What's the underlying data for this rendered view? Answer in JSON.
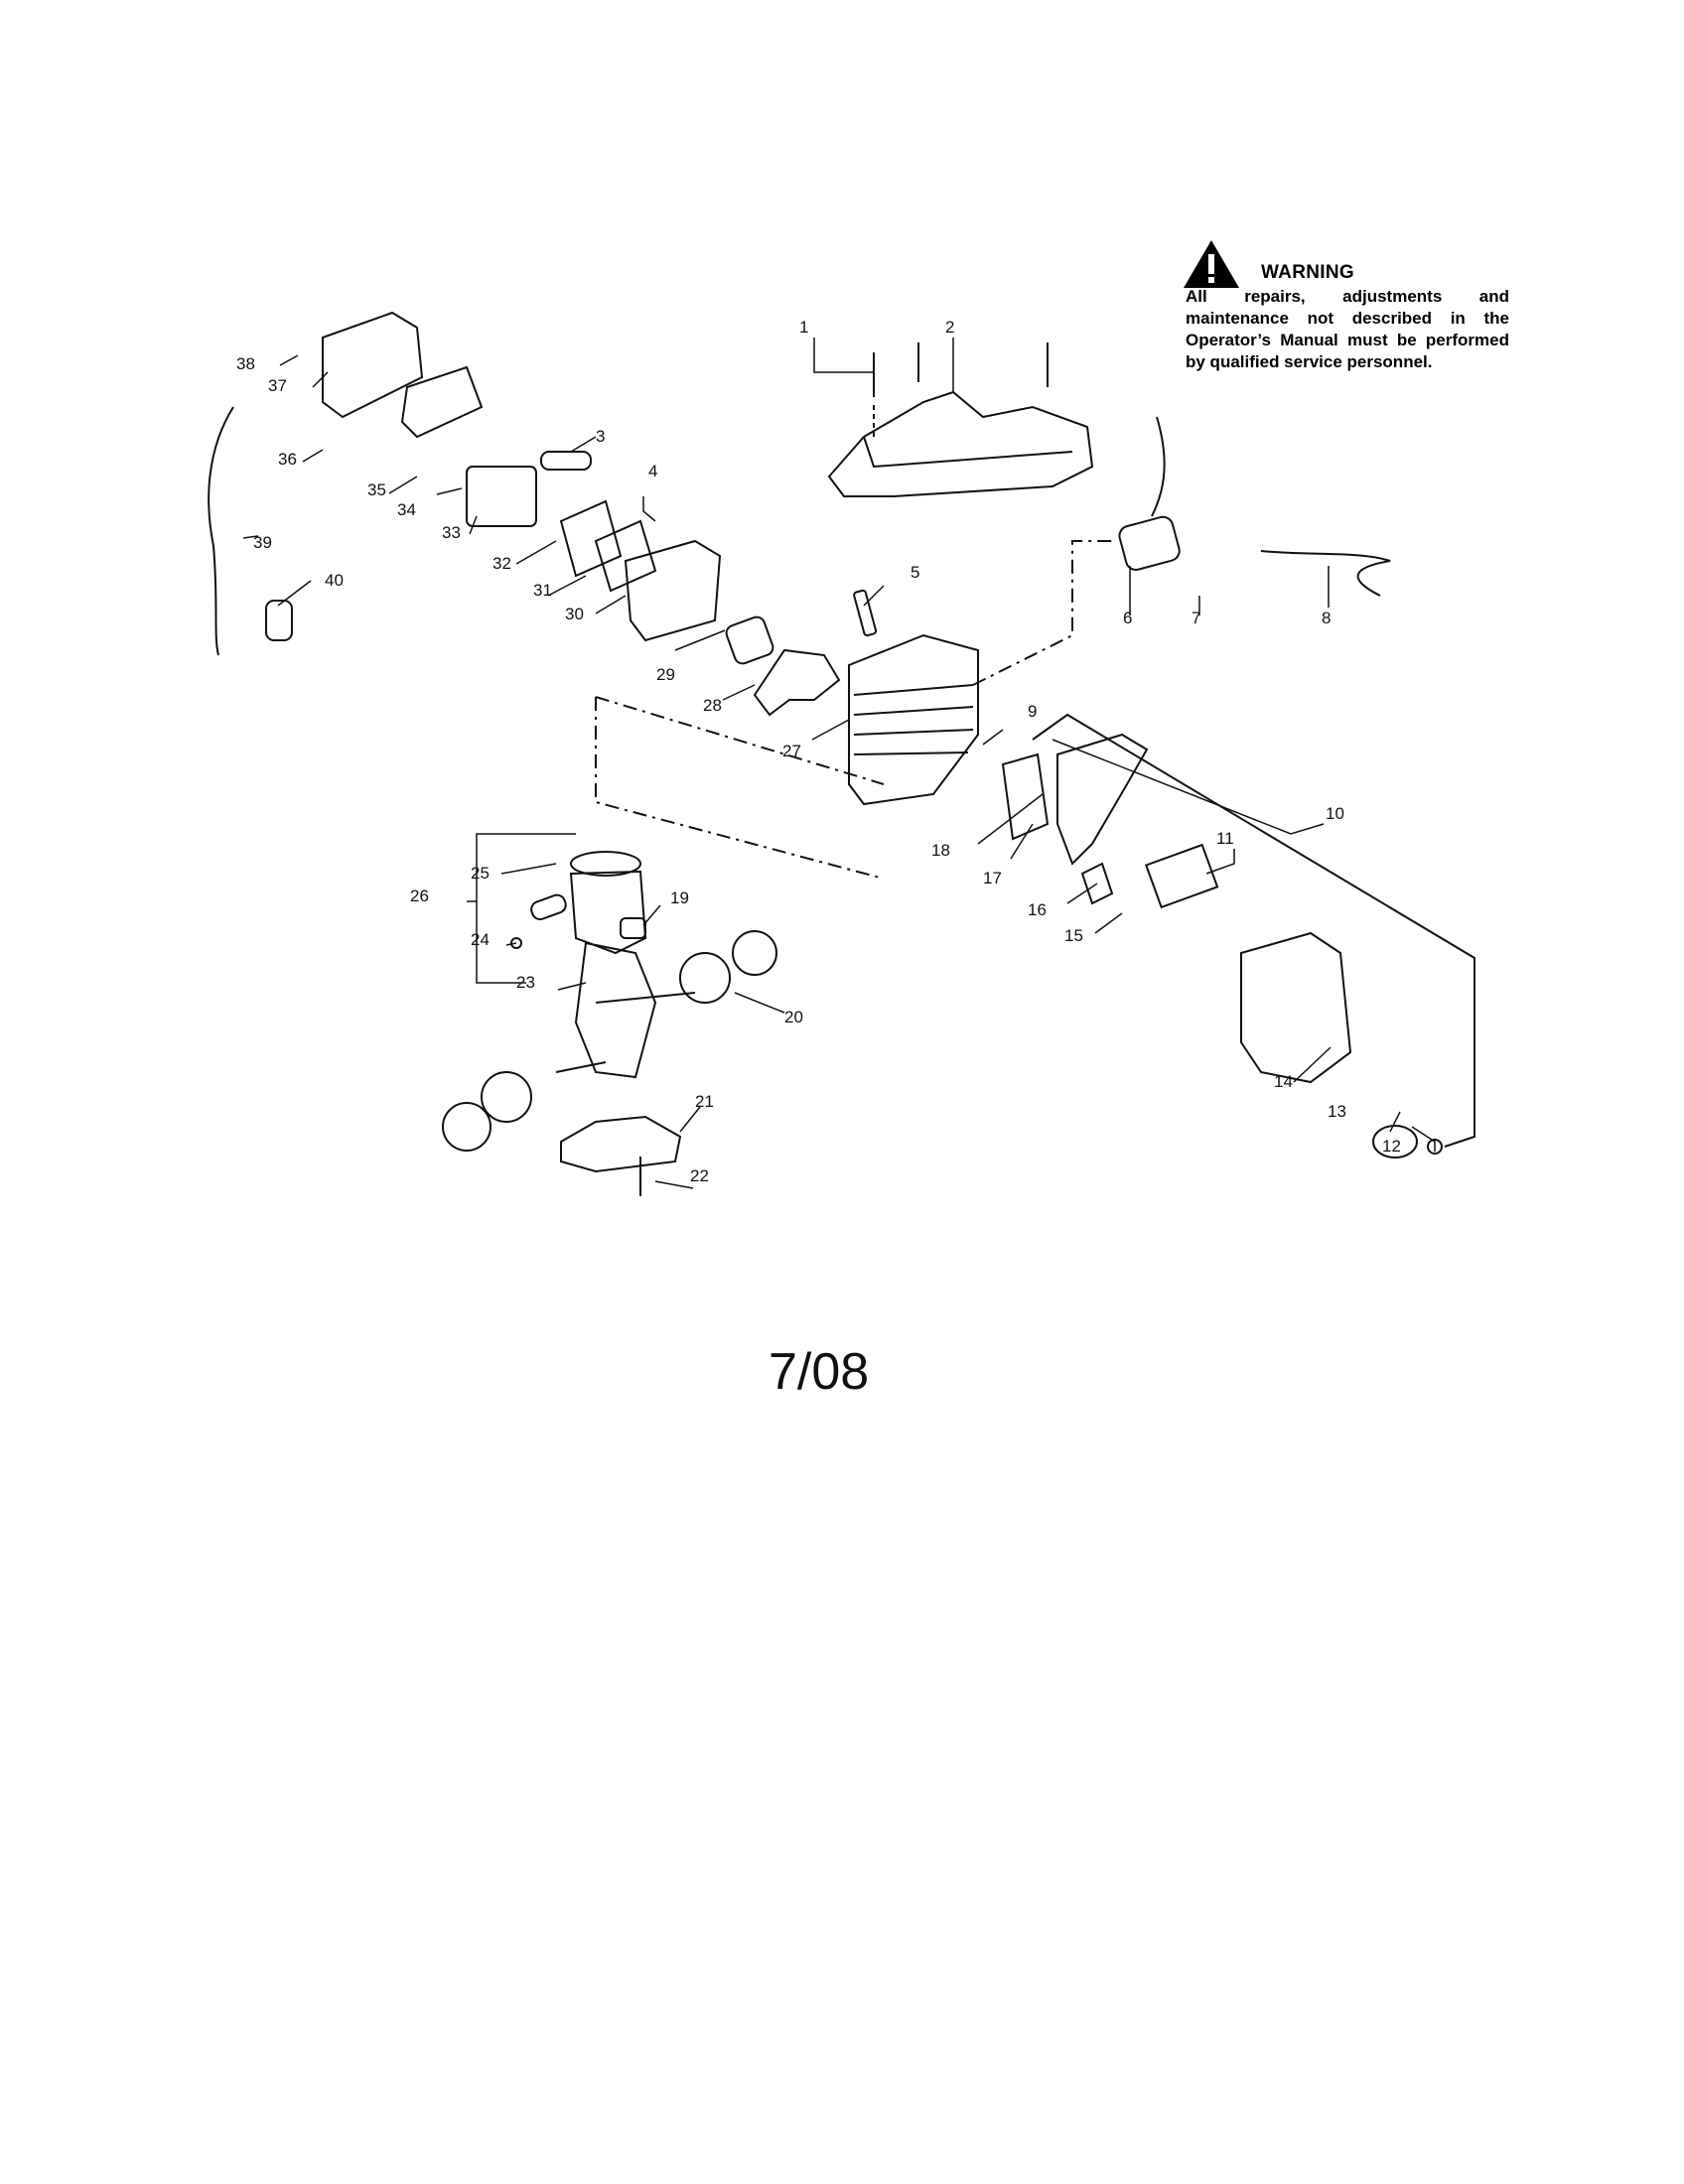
{
  "warning": {
    "title": "WARNING",
    "text": "All repairs, adjustments and maintenance not described in the Operator’s Manual must be performed by qualified service personnel."
  },
  "date": "7/08",
  "callouts": [
    "1",
    "2",
    "3",
    "4",
    "5",
    "6",
    "7",
    "8",
    "9",
    "10",
    "11",
    "12",
    "13",
    "14",
    "15",
    "16",
    "17",
    "18",
    "19",
    "20",
    "21",
    "22",
    "23",
    "24",
    "25",
    "26",
    "27",
    "28",
    "29",
    "30",
    "31",
    "32",
    "33",
    "34",
    "35",
    "36",
    "37",
    "38",
    "39",
    "40"
  ]
}
